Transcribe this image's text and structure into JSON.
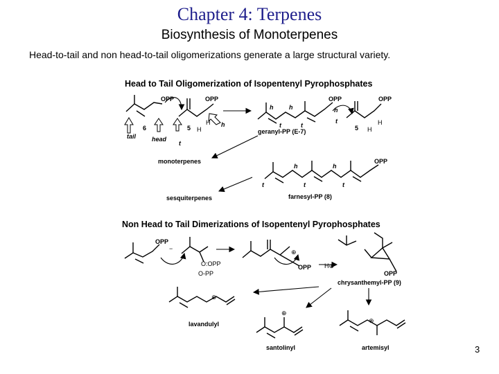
{
  "header": {
    "title": "Chapter 4: Terpenes",
    "subtitle": "Biosynthesis of Monoterpenes",
    "intro": "Head-to-tail and non head-to-tail oligomerizations generate a large structural variety."
  },
  "scheme_head_to_tail": {
    "heading": "Head to Tail Oligomerization of Isopentenyl Pyrophosphates",
    "labels": {
      "opp": "OPP",
      "h": "H",
      "h_italic": "h",
      "t_italic": "t",
      "six": "6",
      "five": "5",
      "tail": "tail",
      "head": "head",
      "geranyl": "geranyl-PP (E-7)",
      "monoterpenes": "monoterpenes",
      "sesquiterpenes": "sesquiterpenes",
      "farnesyl": "farnesyl-PP (8)"
    }
  },
  "scheme_non_head_to_tail": {
    "heading": "Non Head to Tail Dimerizations of Isopentenyl Pyrophosphates",
    "labels": {
      "opp": "OPP",
      "ppo": "O-PP",
      "opp_anion": "O:OPP",
      "hplus": "H⊕",
      "minus": "−",
      "plus": "⊕",
      "chrysanthemyl": "chrysanthemyl-PP (9)",
      "lavandulyl": "lavandulyl",
      "santolinyl": "santolinyl",
      "artemisyl": "artemisyl"
    }
  },
  "footer": {
    "page_number": "3"
  }
}
